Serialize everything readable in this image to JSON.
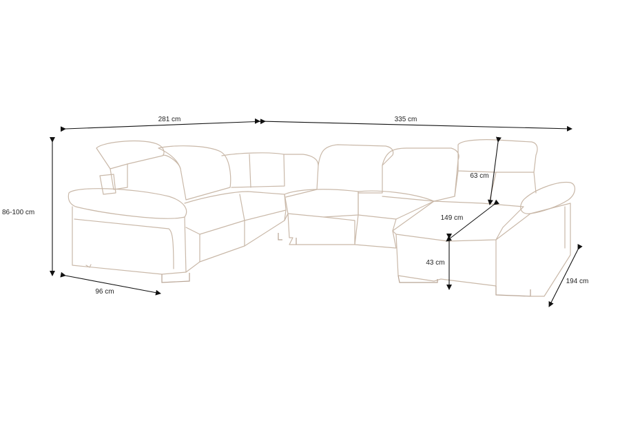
{
  "dimensions": {
    "left_width": "281 cm",
    "right_width": "335 cm",
    "height": "86-100 cm",
    "depth": "96 cm",
    "headrest_height": "63 cm",
    "chaise_length": "149 cm",
    "seat_height": "43 cm",
    "chaise_depth": "194 cm"
  }
}
